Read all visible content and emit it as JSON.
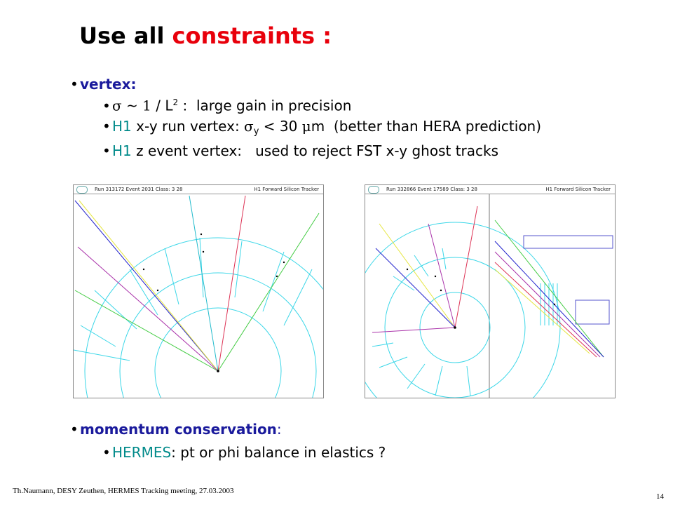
{
  "title": {
    "part1": "Use all",
    "part2": "constraints",
    "part3": ":"
  },
  "vertex": {
    "heading": "vertex:",
    "item1": {
      "sigma": "σ",
      "tilde": "~",
      "one": "1",
      "slash": "/",
      "L": "L",
      "exp": "2",
      "colon": ":",
      "text": "large gain in precision"
    },
    "item2": {
      "h1": "H1",
      "text_a": "x-y run vertex:",
      "sigma": "σ",
      "sub": "y",
      "lt": "< 30",
      "mu": "μ",
      "m": "m",
      "paren": "(better than HERA prediction)"
    },
    "item3": {
      "h1": "H1",
      "text_a": "z event vertex:",
      "text_b": "used to reject FST x-y ghost tracks"
    }
  },
  "event1": {
    "run": "Run 313172   Event 2031   Class: 3 28",
    "detector": "H1 Forward Silicon Tracker"
  },
  "event2": {
    "run": "Run 332866   Event 17589   Class: 3 28",
    "detector": "H1 Forward Silicon Tracker"
  },
  "momentum": {
    "heading": "momentum conservation",
    "colon": ":",
    "item1": {
      "hermes": "HERMES",
      "text": ": pt or phi balance in elastics ?"
    }
  },
  "footer": {
    "text": "Th.Naumann, DESY Zeuthen, HERMES Tracking meeting,  27.03.2003"
  },
  "page_number": "14",
  "colors": {
    "accent_red": "#e8000b",
    "navy": "#1a1a9c",
    "teal": "#008a8a",
    "detector_cyan": "#3cd7e8"
  }
}
